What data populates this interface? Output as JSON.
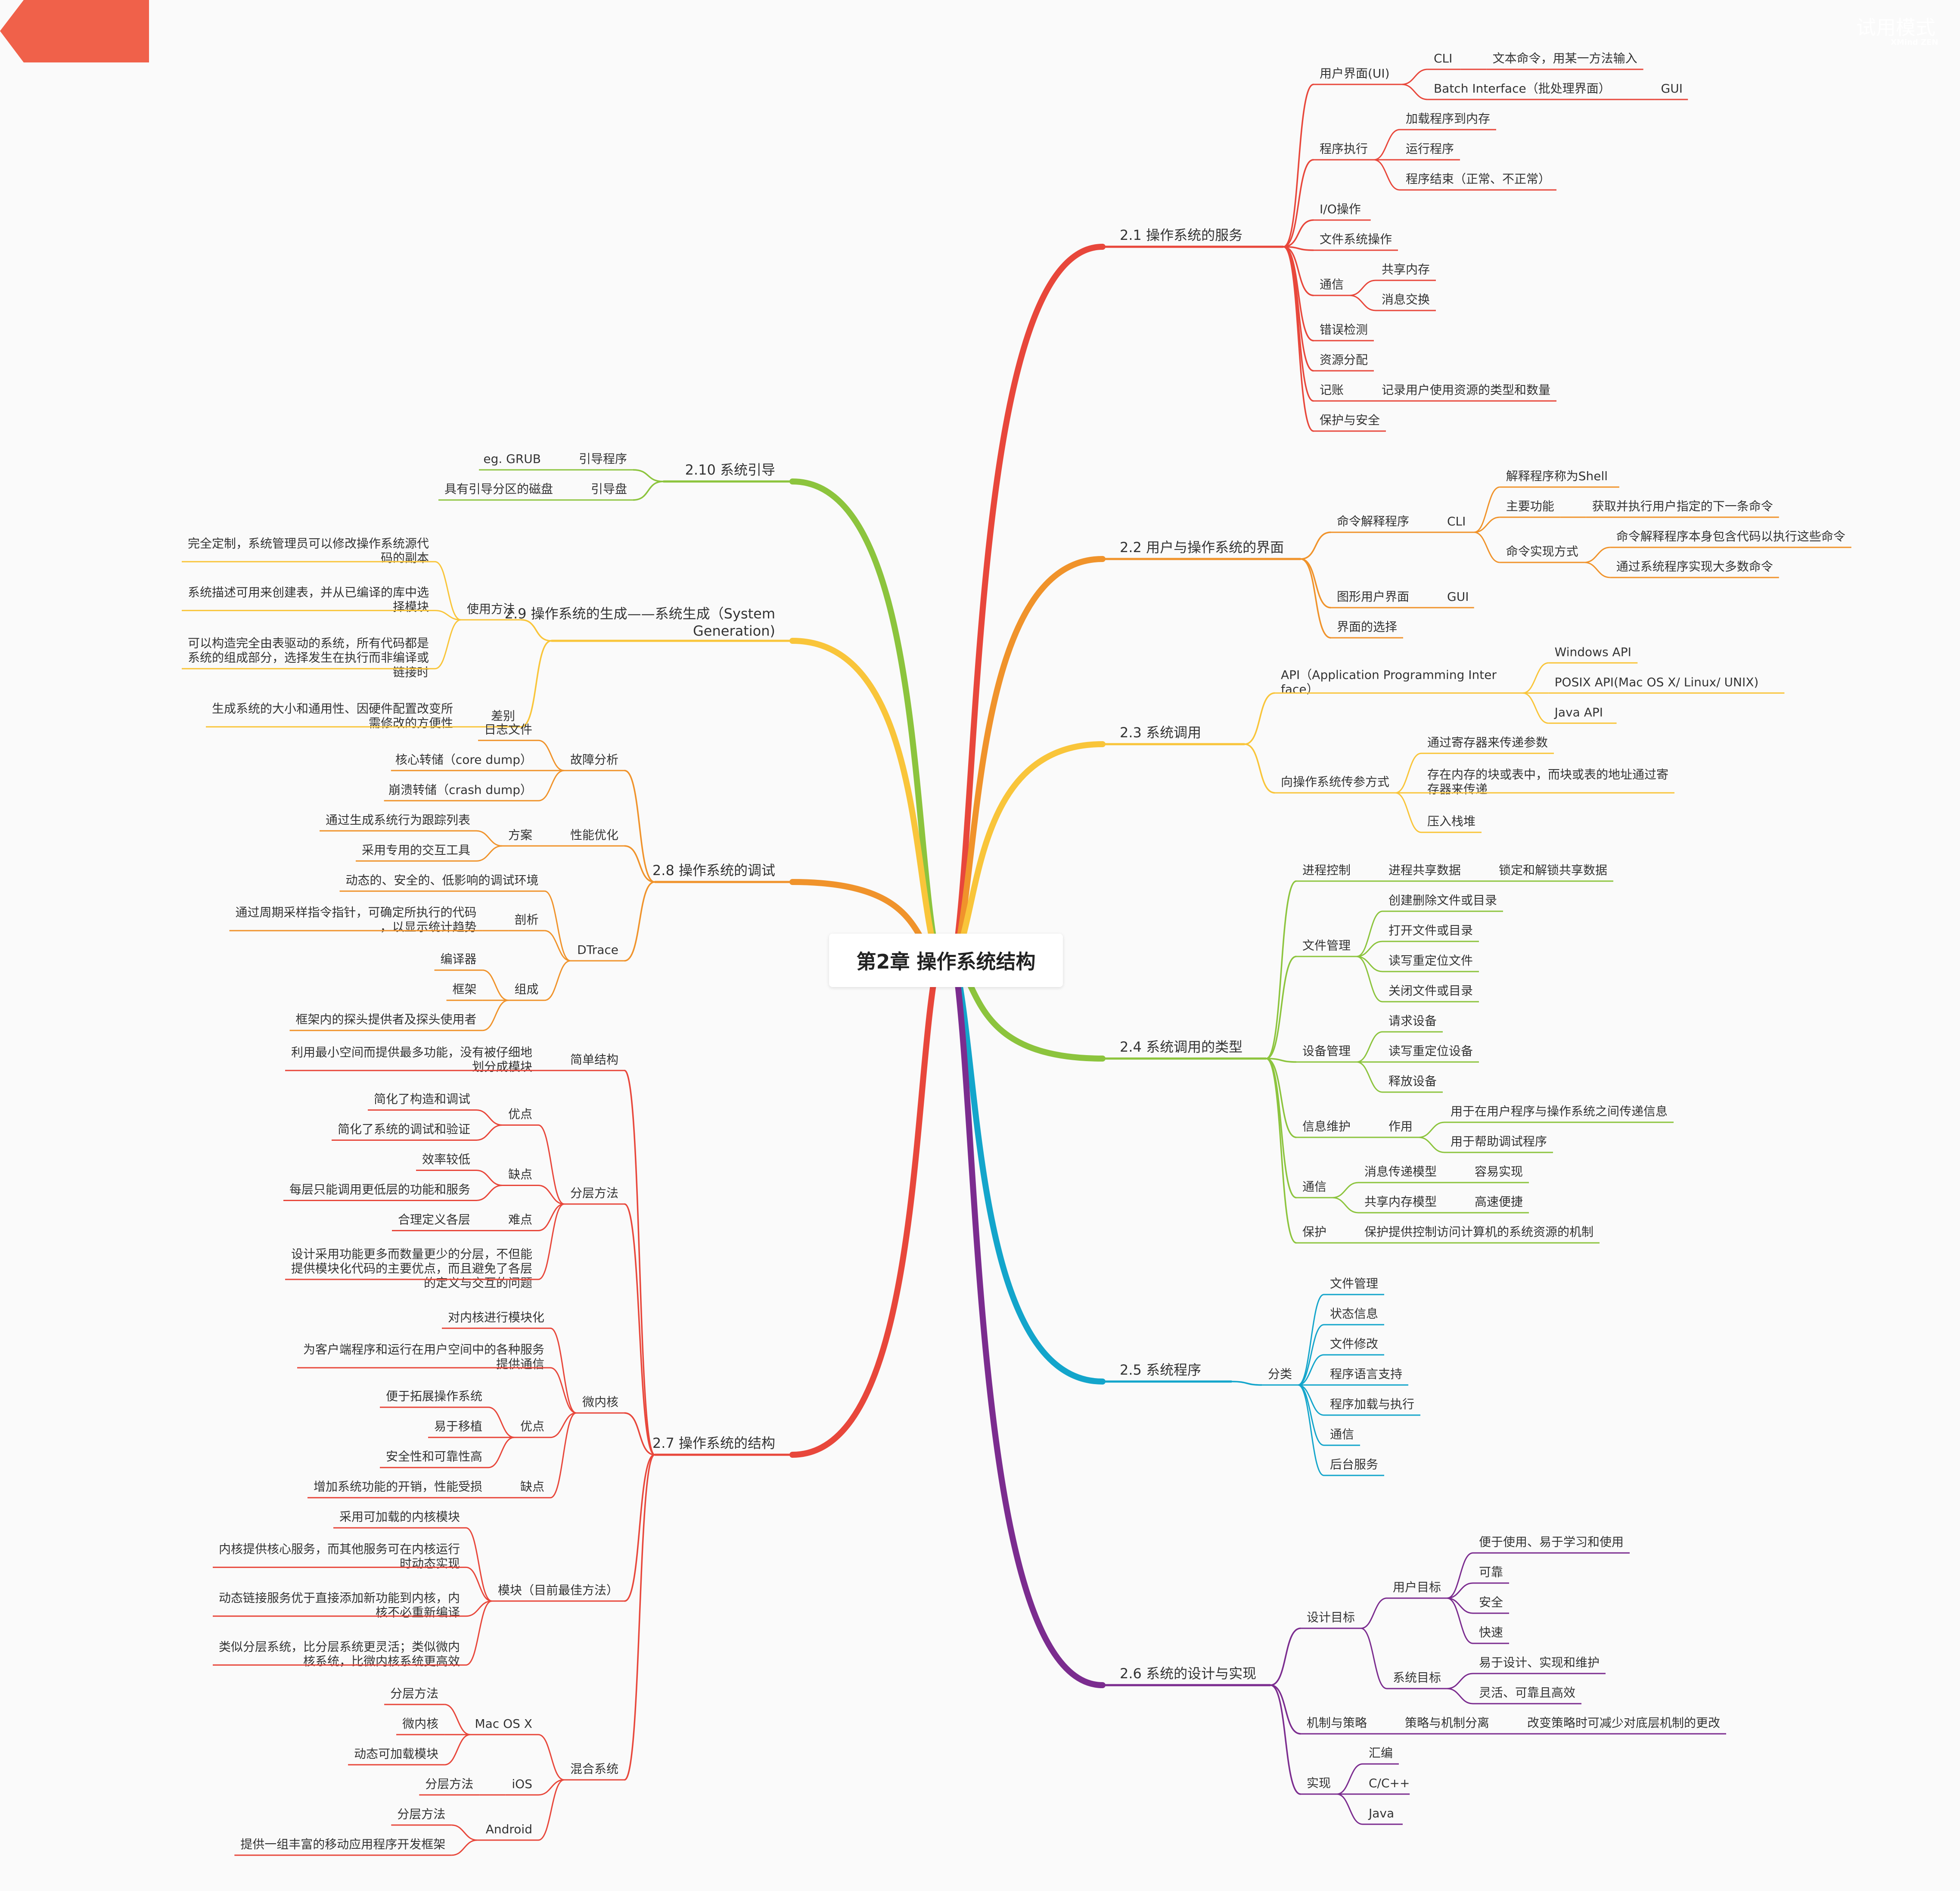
{
  "center": {
    "title": "第2章 操作系统结构"
  },
  "trial": {
    "label": "试用模式",
    "brand": "XMind ZEN"
  },
  "branches": [
    {
      "id": "b21",
      "side": "R",
      "color": "#e8473b",
      "title": "2.1 操作系统的服务",
      "children": [
        {
          "title": "用户界面(UI)",
          "children": [
            {
              "title": "CLI",
              "children": [
                {
                  "title": "文本命令，用某一方法输入"
                }
              ]
            },
            {
              "title": "Batch Interface（批处理界面）",
              "children": [
                {
                  "title": "GUI"
                }
              ]
            }
          ]
        },
        {
          "title": "程序执行",
          "children": [
            {
              "title": "加载程序到内存"
            },
            {
              "title": "运行程序"
            },
            {
              "title": "程序结束（正常、不正常）"
            }
          ]
        },
        {
          "title": "I/O操作"
        },
        {
          "title": "文件系统操作"
        },
        {
          "title": "通信",
          "children": [
            {
              "title": "共享内存"
            },
            {
              "title": "消息交换"
            }
          ]
        },
        {
          "title": "错误检测"
        },
        {
          "title": "资源分配"
        },
        {
          "title": "记账",
          "children": [
            {
              "title": "记录用户使用资源的类型和数量"
            }
          ]
        },
        {
          "title": "保护与安全"
        }
      ]
    },
    {
      "id": "b22",
      "side": "R",
      "color": "#f0932b",
      "title": "2.2 用户与操作系统的界面",
      "children": [
        {
          "title": "命令解释程序",
          "children": [
            {
              "title": "CLI",
              "children": [
                {
                  "title": "解释程序称为Shell"
                },
                {
                  "title": "主要功能",
                  "children": [
                    {
                      "title": "获取并执行用户指定的下一条命令"
                    }
                  ]
                },
                {
                  "title": "命令实现方式",
                  "children": [
                    {
                      "title": "命令解释程序本身包含代码以执行这些命令"
                    },
                    {
                      "title": "通过系统程序实现大多数命令"
                    }
                  ]
                }
              ]
            }
          ]
        },
        {
          "title": "图形用户界面",
          "children": [
            {
              "title": "GUI"
            }
          ]
        },
        {
          "title": "界面的选择"
        }
      ]
    },
    {
      "id": "b23",
      "side": "R",
      "color": "#f9c53a",
      "title": "2.3 系统调用",
      "children": [
        {
          "title": "API（Application Programming Interface）",
          "children": [
            {
              "title": "Windows API"
            },
            {
              "title": "POSIX API(Mac OS X/ Linux/ UNIX)"
            },
            {
              "title": "Java API"
            }
          ]
        },
        {
          "title": "向操作系统传参方式",
          "children": [
            {
              "title": "通过寄存器来传递参数"
            },
            {
              "title": "存在内存的块或表中，而块或表的地址通过寄存器来传递"
            },
            {
              "title": "压入栈堆"
            }
          ]
        }
      ]
    },
    {
      "id": "b24",
      "side": "R",
      "color": "#8cc43d",
      "title": "2.4 系统调用的类型",
      "children": [
        {
          "title": "进程控制",
          "children": [
            {
              "title": "进程共享数据",
              "children": [
                {
                  "title": "锁定和解锁共享数据"
                }
              ]
            }
          ]
        },
        {
          "title": "文件管理",
          "children": [
            {
              "title": "创建删除文件或目录"
            },
            {
              "title": "打开文件或目录"
            },
            {
              "title": "读写重定位文件"
            },
            {
              "title": "关闭文件或目录"
            }
          ]
        },
        {
          "title": "设备管理",
          "children": [
            {
              "title": "请求设备"
            },
            {
              "title": "读写重定位设备"
            },
            {
              "title": "释放设备"
            }
          ]
        },
        {
          "title": "信息维护",
          "children": [
            {
              "title": "作用",
              "children": [
                {
                  "title": "用于在用户程序与操作系统之间传递信息"
                },
                {
                  "title": "用于帮助调试程序"
                }
              ]
            }
          ]
        },
        {
          "title": "通信",
          "children": [
            {
              "title": "消息传递模型",
              "children": [
                {
                  "title": "容易实现"
                }
              ]
            },
            {
              "title": "共享内存模型",
              "children": [
                {
                  "title": "高速便捷"
                }
              ]
            }
          ]
        },
        {
          "title": "保护",
          "children": [
            {
              "title": "保护提供控制访问计算机的系统资源的机制"
            }
          ]
        }
      ]
    },
    {
      "id": "b25",
      "side": "R",
      "color": "#13a5cb",
      "title": "2.5 系统程序",
      "children": [
        {
          "title": "分类",
          "children": [
            {
              "title": "文件管理"
            },
            {
              "title": "状态信息"
            },
            {
              "title": "文件修改"
            },
            {
              "title": "程序语言支持"
            },
            {
              "title": "程序加载与执行"
            },
            {
              "title": "通信"
            },
            {
              "title": "后台服务"
            }
          ]
        }
      ]
    },
    {
      "id": "b26",
      "side": "R",
      "color": "#7b2c8f",
      "title": "2.6 系统的设计与实现",
      "children": [
        {
          "title": "设计目标",
          "children": [
            {
              "title": "用户目标",
              "children": [
                {
                  "title": "便于使用、易于学习和使用"
                },
                {
                  "title": "可靠"
                },
                {
                  "title": "安全"
                },
                {
                  "title": "快速"
                }
              ]
            },
            {
              "title": "系统目标",
              "children": [
                {
                  "title": "易于设计、实现和维护"
                },
                {
                  "title": "灵活、可靠且高效"
                }
              ]
            }
          ]
        },
        {
          "title": "机制与策略",
          "children": [
            {
              "title": "策略与机制分离",
              "children": [
                {
                  "title": "改变策略时可减少对底层机制的更改"
                }
              ]
            }
          ]
        },
        {
          "title": "实现",
          "children": [
            {
              "title": "汇编"
            },
            {
              "title": "C/C++"
            },
            {
              "title": "Java"
            }
          ]
        }
      ]
    },
    {
      "id": "b210",
      "side": "L",
      "color": "#8cc43d",
      "title": "2.10 系统引导",
      "children": [
        {
          "title": "引导程序",
          "children": [
            {
              "title": "eg. GRUB"
            }
          ]
        },
        {
          "title": "引导盘",
          "children": [
            {
              "title": "具有引导分区的磁盘"
            }
          ]
        }
      ]
    },
    {
      "id": "b29",
      "side": "L",
      "color": "#f9c53a",
      "title": "2.9 操作系统的生成——系统生成（System Generation)",
      "children": [
        {
          "title": "使用方法",
          "children": [
            {
              "title": "完全定制，系统管理员可以修改操作系统源代码的副本"
            },
            {
              "title": "系统描述可用来创建表，并从已编译的库中选择模块"
            },
            {
              "title": "可以构造完全由表驱动的系统，所有代码都是系统的组成部分，选择发生在执行而非编译或链接时"
            }
          ]
        },
        {
          "title": "差别",
          "children": [
            {
              "title": "生成系统的大小和通用性、因硬件配置改变所需修改的方便性"
            }
          ]
        }
      ]
    },
    {
      "id": "b28",
      "side": "L",
      "color": "#f0932b",
      "title": "2.8 操作系统的调试",
      "children": [
        {
          "title": "故障分析",
          "children": [
            {
              "title": "日志文件"
            },
            {
              "title": "核心转储（core dump）"
            },
            {
              "title": "崩溃转储（crash dump）"
            }
          ]
        },
        {
          "title": "性能优化",
          "children": [
            {
              "title": "方案",
              "children": [
                {
                  "title": "通过生成系统行为跟踪列表"
                },
                {
                  "title": "采用专用的交互工具"
                }
              ]
            }
          ]
        },
        {
          "title": "DTrace",
          "children": [
            {
              "title": "动态的、安全的、低影响的调试环境"
            },
            {
              "title": "剖析",
              "children": [
                {
                  "title": "通过周期采样指令指针，可确定所执行的代码，以显示统计趋势"
                }
              ]
            },
            {
              "title": "组成",
              "children": [
                {
                  "title": "编译器"
                },
                {
                  "title": "框架"
                },
                {
                  "title": "框架内的探头提供者及探头使用者"
                }
              ]
            }
          ]
        }
      ]
    },
    {
      "id": "b27",
      "side": "L",
      "color": "#e8473b",
      "title": "2.7 操作系统的结构",
      "children": [
        {
          "title": "简单结构",
          "children": [
            {
              "title": "利用最小空间而提供最多功能，没有被仔细地划分成模块"
            }
          ]
        },
        {
          "title": "分层方法",
          "children": [
            {
              "title": "优点",
              "children": [
                {
                  "title": "简化了构造和调试"
                },
                {
                  "title": "简化了系统的调试和验证"
                }
              ]
            },
            {
              "title": "缺点",
              "children": [
                {
                  "title": "效率较低"
                },
                {
                  "title": "每层只能调用更低层的功能和服务"
                }
              ]
            },
            {
              "title": "难点",
              "children": [
                {
                  "title": "合理定义各层"
                }
              ]
            },
            {
              "title": "设计采用功能更多而数量更少的分层，不但能提供模块化代码的主要优点，而且避免了各层的定义与交互的问题"
            }
          ]
        },
        {
          "title": "微内核",
          "children": [
            {
              "title": "对内核进行模块化"
            },
            {
              "title": "为客户端程序和运行在用户空间中的各种服务提供通信"
            },
            {
              "title": "优点",
              "children": [
                {
                  "title": "便于拓展操作系统"
                },
                {
                  "title": "易于移植"
                },
                {
                  "title": "安全性和可靠性高"
                }
              ]
            },
            {
              "title": "缺点",
              "children": [
                {
                  "title": "增加系统功能的开销，性能受损"
                }
              ]
            }
          ]
        },
        {
          "title": "模块（目前最佳方法）",
          "children": [
            {
              "title": "采用可加载的内核模块"
            },
            {
              "title": "内核提供核心服务，而其他服务可在内核运行时动态实现"
            },
            {
              "title": "动态链接服务优于直接添加新功能到内核，内核不必重新编译"
            },
            {
              "title": "类似分层系统，比分层系统更灵活；类似微内核系统，比微内核系统更高效"
            }
          ]
        },
        {
          "title": "混合系统",
          "children": [
            {
              "title": "Mac OS X",
              "children": [
                {
                  "title": "分层方法"
                },
                {
                  "title": "微内核"
                },
                {
                  "title": "动态可加载模块"
                }
              ]
            },
            {
              "title": "iOS",
              "children": [
                {
                  "title": "分层方法"
                }
              ]
            },
            {
              "title": "Android",
              "children": [
                {
                  "title": "分层方法"
                },
                {
                  "title": "提供一组丰富的移动应用程序开发框架"
                }
              ]
            }
          ]
        }
      ]
    }
  ]
}
